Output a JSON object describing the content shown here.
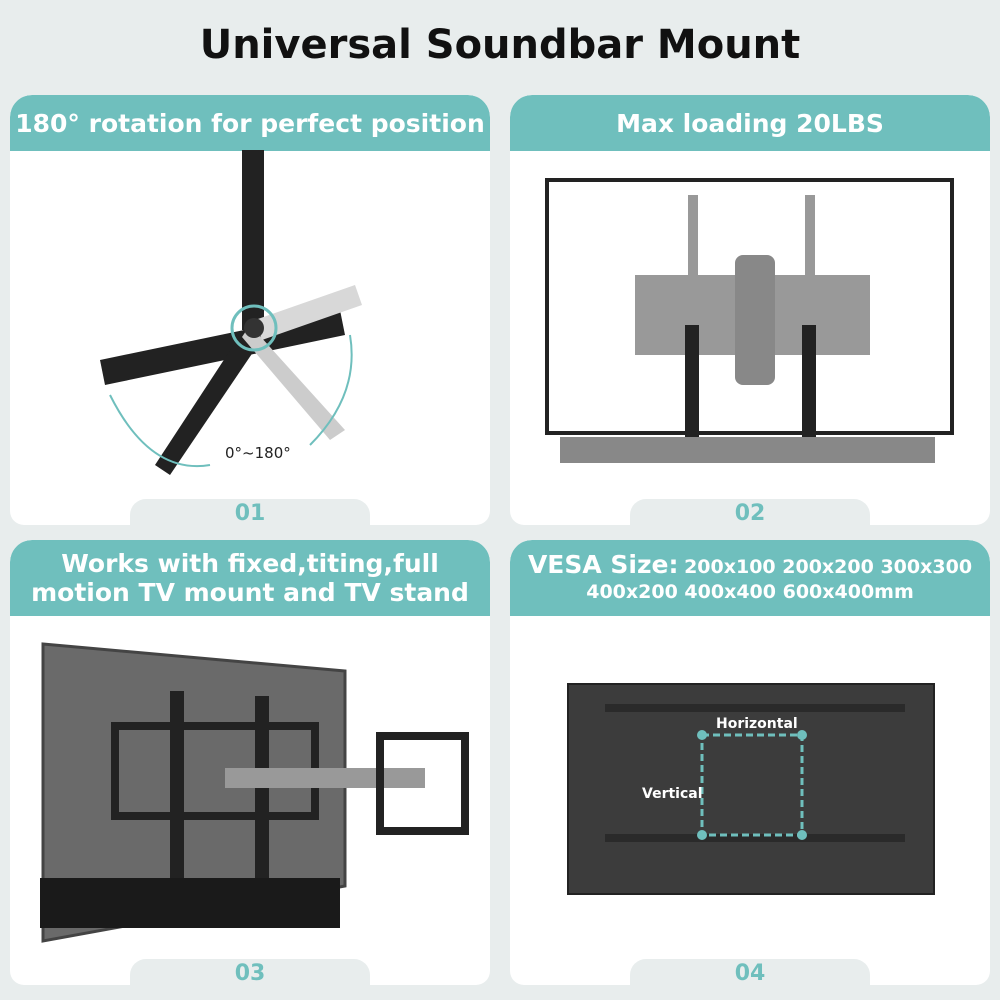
{
  "title": "Universal Soundbar Mount",
  "panels": [
    {
      "heading": "180° rotation for perfect position",
      "number": "01",
      "angle_label": "0°~180°"
    },
    {
      "heading": "Max loading 20LBS",
      "number": "02"
    },
    {
      "heading_line1": "Works with fixed,titing,full",
      "heading_line2": "motion TV mount and TV stand",
      "number": "03"
    },
    {
      "heading_prefix": "VESA Size:",
      "heading_sizes1": "200x100 200x200 300x300",
      "heading_sizes2": "400x200 400x400 600x400mm",
      "number": "04",
      "horizontal_label": "Horizontal",
      "vertical_label": "Vertical"
    }
  ],
  "colors": {
    "accent": "#6fbfbd",
    "background": "#e8eded"
  }
}
